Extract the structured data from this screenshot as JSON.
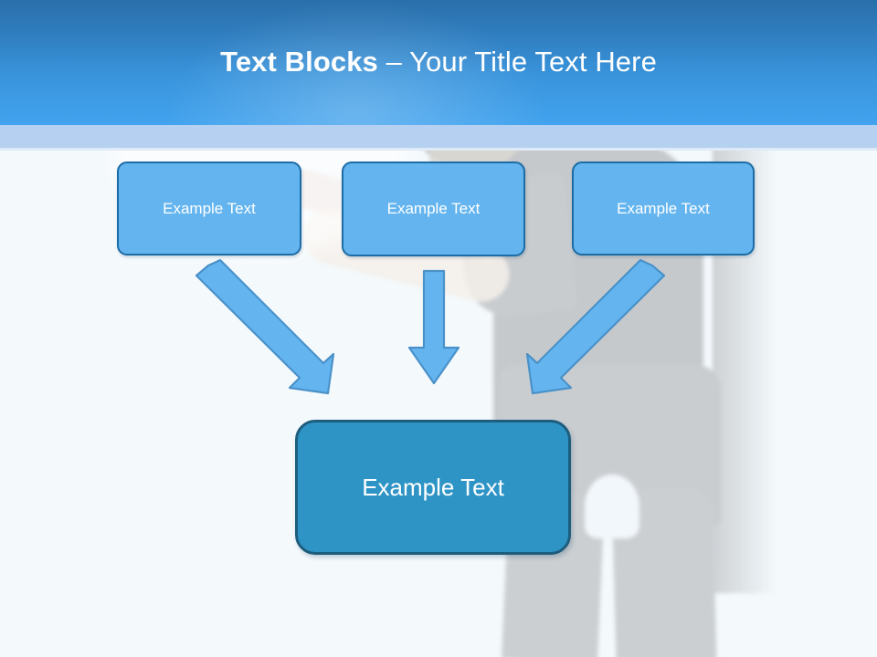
{
  "slide": {
    "title": {
      "bold_part": "Text Blocks ",
      "regular_part": "– Your Title Text Here",
      "full": "Text Blocks – Your Title Text Here"
    },
    "background": {
      "page_color": "#f4f9fc",
      "header_gradient_top": "#2a70ab",
      "header_gradient_bottom": "#42a3ee",
      "accent_band_color": "#b5d0f1",
      "ghost_photo_color": "#c6cacd"
    }
  },
  "top_boxes": [
    {
      "label": "Example Text",
      "fill": "#64b5ef",
      "border": "#1c6ca6",
      "text_color": "#ffffff"
    },
    {
      "label": "Example Text",
      "fill": "#64b5ef",
      "border": "#1c6ca6",
      "text_color": "#ffffff"
    },
    {
      "label": "Example Text",
      "fill": "#64b5ef",
      "border": "#1c6ca6",
      "text_color": "#ffffff"
    }
  ],
  "bottom_box": {
    "label": "Example Text",
    "fill": "#2e94c6",
    "border": "#1d5d7d",
    "text_color": "#ffffff"
  },
  "arrows": [
    {
      "direction": "down-right",
      "fill": "#64b5ef",
      "stroke": "#4a91c9"
    },
    {
      "direction": "down",
      "fill": "#64b5ef",
      "stroke": "#4a91c9"
    },
    {
      "direction": "down-left",
      "fill": "#64b5ef",
      "stroke": "#4a91c9"
    }
  ]
}
